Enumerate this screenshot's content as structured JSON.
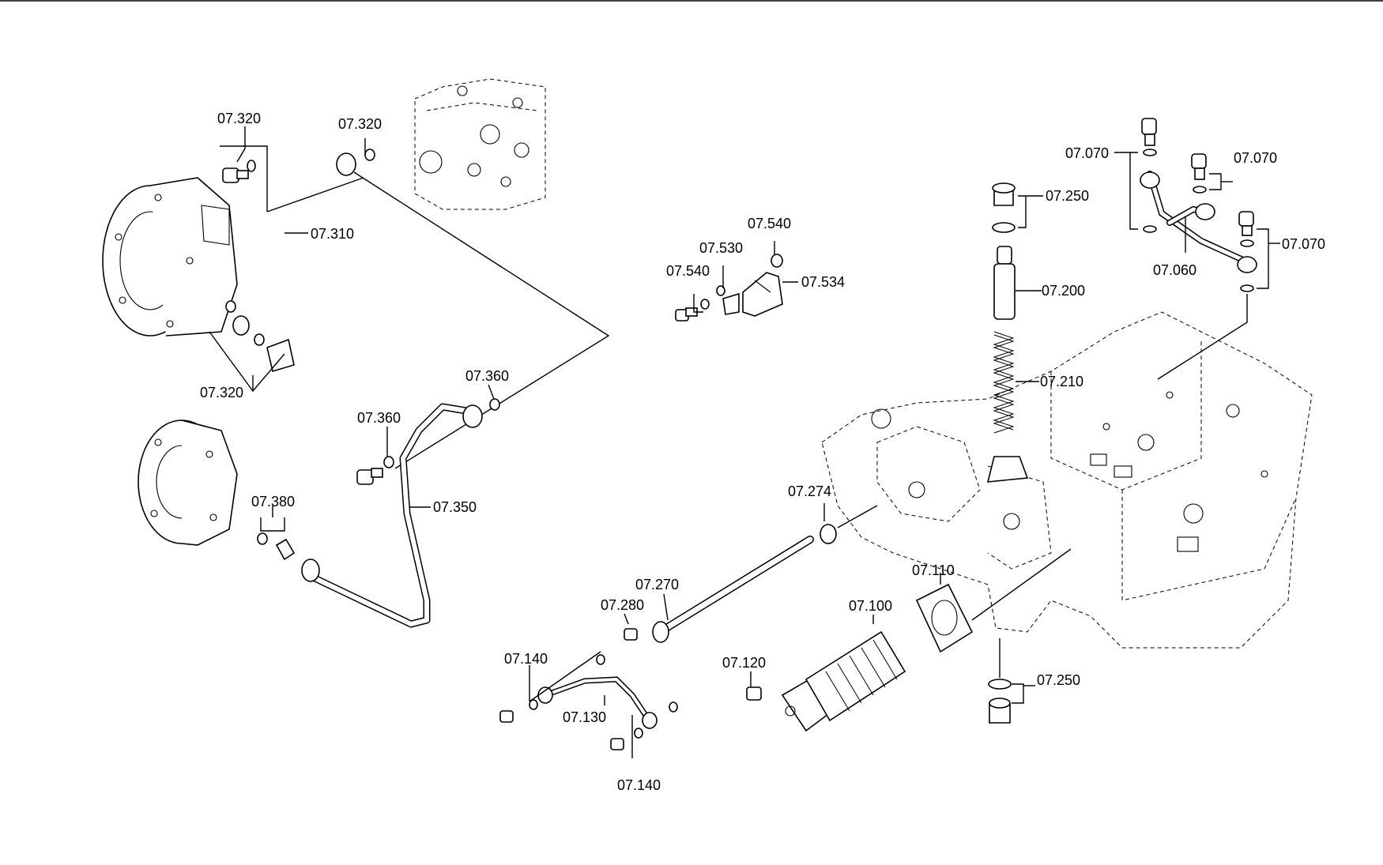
{
  "diagram": {
    "frame_line_color": "#000000",
    "background": "#ffffff",
    "callouts": [
      {
        "id": "c-07320-a",
        "text": "07.320"
      },
      {
        "id": "c-07320-b",
        "text": "07.320"
      },
      {
        "id": "c-07310",
        "text": "07.310"
      },
      {
        "id": "c-07320-c",
        "text": "07.320"
      },
      {
        "id": "c-07360-a",
        "text": "07.360"
      },
      {
        "id": "c-07360-b",
        "text": "07.360"
      },
      {
        "id": "c-07350",
        "text": "07.350"
      },
      {
        "id": "c-07380",
        "text": "07.380"
      },
      {
        "id": "c-07540-a",
        "text": "07.540"
      },
      {
        "id": "c-07530",
        "text": "07.530"
      },
      {
        "id": "c-07540-b",
        "text": "07.540"
      },
      {
        "id": "c-07534",
        "text": "07.534"
      },
      {
        "id": "c-07250-a",
        "text": "07.250"
      },
      {
        "id": "c-07200",
        "text": "07.200"
      },
      {
        "id": "c-07210",
        "text": "07.210"
      },
      {
        "id": "c-07070-a",
        "text": "07.070"
      },
      {
        "id": "c-07070-b",
        "text": "07.070"
      },
      {
        "id": "c-07070-c",
        "text": "07.070"
      },
      {
        "id": "c-07060",
        "text": "07.060"
      },
      {
        "id": "c-07274",
        "text": "07.274"
      },
      {
        "id": "c-07270",
        "text": "07.270"
      },
      {
        "id": "c-07280",
        "text": "07.280"
      },
      {
        "id": "c-07140-a",
        "text": "07.140"
      },
      {
        "id": "c-07130",
        "text": "07.130"
      },
      {
        "id": "c-07140-b",
        "text": "07.140"
      },
      {
        "id": "c-07110",
        "text": "07.110"
      },
      {
        "id": "c-07100",
        "text": "07.100"
      },
      {
        "id": "c-07120",
        "text": "07.120"
      },
      {
        "id": "c-07250-b",
        "text": "07.250"
      }
    ]
  }
}
